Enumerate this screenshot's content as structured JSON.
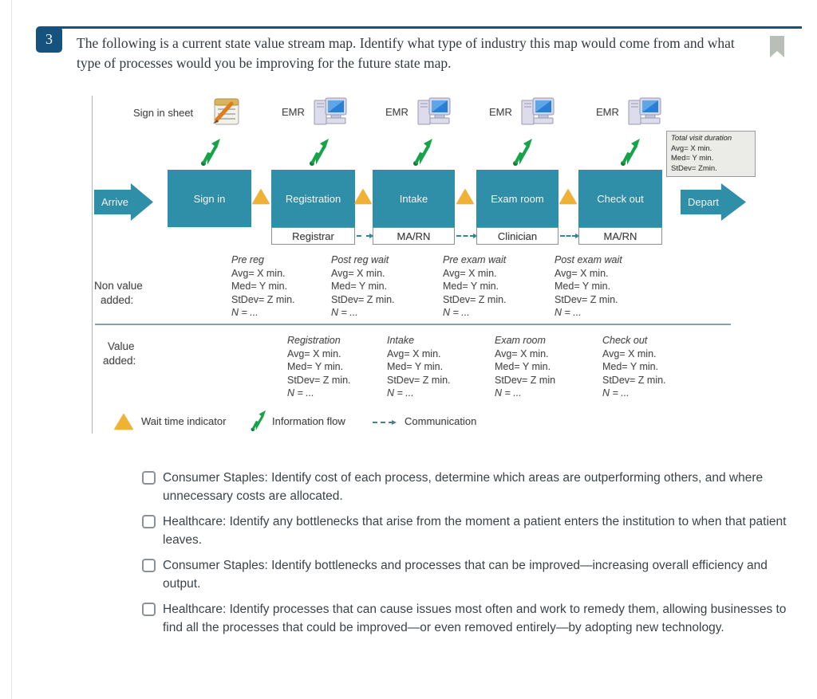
{
  "colors": {
    "accent_blue": "#15537e",
    "process_teal": "#2f8ea8",
    "wait_yellow": "#f0b233",
    "info_green": "#17a34a",
    "bookmark_gray": "#b7bfb8"
  },
  "question": {
    "number": "3",
    "text": "The following is a current state value stream map. Identify what type of industry this map would come from and what type of processes would you be improving for the future state map."
  },
  "diagram": {
    "top_row": [
      {
        "label": "Sign in sheet",
        "icon": "notepad-icon"
      },
      {
        "label": "EMR",
        "icon": "computer-icon"
      },
      {
        "label": "EMR",
        "icon": "computer-icon"
      },
      {
        "label": "EMR",
        "icon": "computer-icon"
      },
      {
        "label": "EMR",
        "icon": "computer-icon"
      }
    ],
    "total_visit": {
      "title": "Total visit duration",
      "lines": [
        "Avg= X min.",
        "Med= Y min.",
        "StDev= Zmin."
      ]
    },
    "flow": {
      "arrive": "Arrive",
      "depart": "Depart",
      "processes": [
        "Sign in",
        "Registration",
        "Intake",
        "Exam room",
        "Check out"
      ],
      "roles": [
        "Registrar",
        "MA/RN",
        "Clinician",
        "MA/RN"
      ]
    },
    "non_value_added": {
      "label_line1": "Non value",
      "label_line2": "added:",
      "columns": [
        {
          "title": "Pre reg",
          "lines": [
            "Avg= X min.",
            "Med= Y min.",
            "StDev= Z min.",
            "N = ..."
          ]
        },
        {
          "title": "Post reg wait",
          "lines": [
            "Avg= X min.",
            "Med= Y min.",
            "StDev= Z min.",
            "N = ..."
          ]
        },
        {
          "title": "Pre exam wait",
          "lines": [
            "Avg= X min.",
            "Med=  Y min.",
            "StDev=  Z min.",
            "N = ..."
          ]
        },
        {
          "title": "Post exam wait",
          "lines": [
            "Avg= X min.",
            "Med= Y min.",
            "StDev= Z min.",
            "N = ..."
          ]
        }
      ]
    },
    "value_added": {
      "label_line1": "Value",
      "label_line2": "added:",
      "columns": [
        {
          "title": "Registration",
          "lines": [
            "Avg= X min.",
            "Med= Y min.",
            "StDev= Z min.",
            "N = ..."
          ]
        },
        {
          "title": "Intake",
          "lines": [
            "Avg= X min.",
            "Med= Y min.",
            "StDev=  Z min.",
            "N = ..."
          ]
        },
        {
          "title": "Exam room",
          "lines": [
            "Avg= X min.",
            "Med= Y min.",
            "StDev= Z min",
            "N = ..."
          ]
        },
        {
          "title": "Check out",
          "lines": [
            "Avg= X min.",
            "Med= Y min.",
            "StDev= Z min.",
            "N = ..."
          ]
        }
      ]
    },
    "legend": {
      "wait": "Wait time indicator",
      "info": "Information flow",
      "comm": "Communication"
    }
  },
  "options": [
    {
      "label": "Consumer Staples: Identify cost of each process, determine which areas are outperforming others, and where unnecessary costs are allocated."
    },
    {
      "label": "Healthcare: Identify any bottlenecks that arise from the moment a patient enters the institution to when that patient leaves."
    },
    {
      "label": "Consumer Staples: Identify bottlenecks and processes that can be improved—increasing overall efficiency and output."
    },
    {
      "label": "Healthcare: Identify processes that can cause issues most often and work to remedy them, allowing businesses to find all the processes that could be improved—or even removed entirely—by adopting new technology."
    }
  ]
}
